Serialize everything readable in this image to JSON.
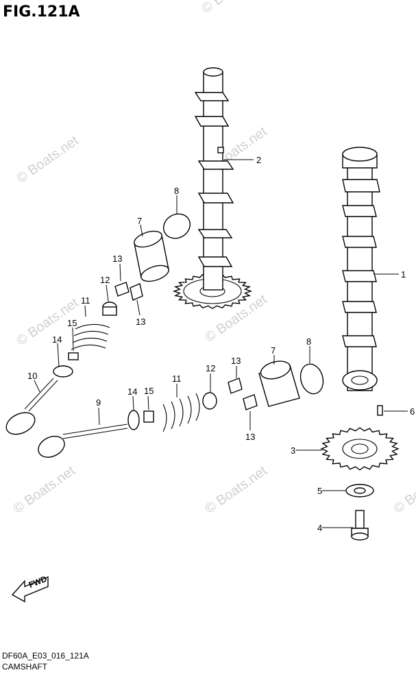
{
  "title": "FIG.121A",
  "watermark": "© Boats.net",
  "footer": {
    "code": "DF60A_E03_016_121A",
    "caption": "CAMSHAFT"
  },
  "fwd_label": "FWD",
  "callouts": [
    "1",
    "2",
    "3",
    "4",
    "5",
    "6",
    "7",
    "8",
    "9",
    "10",
    "11",
    "12",
    "13",
    "14",
    "15"
  ]
}
